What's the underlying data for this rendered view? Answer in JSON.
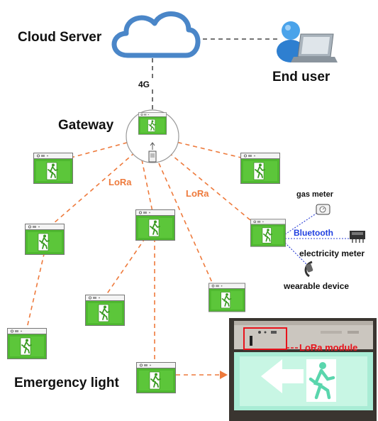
{
  "labels": {
    "cloud_server": "Cloud Server",
    "end_user": "End user",
    "link_4g": "4G",
    "gateway": "Gateway",
    "lora_left": "LoRa",
    "lora_right": "LoRa",
    "gas_meter": "gas meter",
    "bluetooth": "Bluetooth",
    "electricity_meter": "electricity meter",
    "wearable_device": "wearable device",
    "emergency_light": "Emergency light",
    "lora_module": "LoRa module"
  },
  "colors": {
    "lora_link": "#ee7a3c",
    "cloud_stroke": "#4a86c8",
    "sign_green": "#4fb830",
    "bluetooth_text": "#1f3fe0",
    "highlight_red": "#e8121b"
  },
  "icons": {
    "cloud": "cloud-icon",
    "user": "laptop-user-icon",
    "sign": "exit-sign-icon",
    "gas_meter": "gas-meter-icon",
    "electricity_meter": "electricity-meter-icon",
    "wearable": "wearable-icon"
  }
}
